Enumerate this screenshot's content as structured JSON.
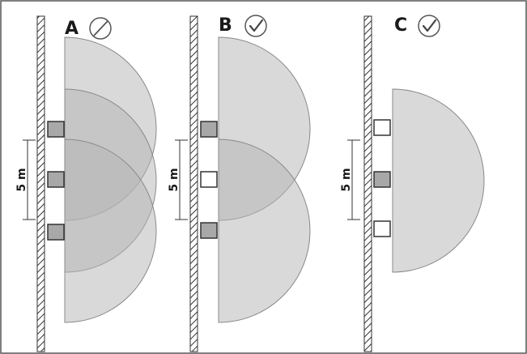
{
  "panels": [
    {
      "label": "A",
      "status_icon": "prohibited-icon",
      "distance_label": "5 m",
      "sensors": [
        {
          "state": "active"
        },
        {
          "state": "active"
        },
        {
          "state": "active"
        }
      ]
    },
    {
      "label": "B",
      "status_icon": "check-icon",
      "distance_label": "5 m",
      "sensors": [
        {
          "state": "active"
        },
        {
          "state": "inactive"
        },
        {
          "state": "active"
        }
      ]
    },
    {
      "label": "C",
      "status_icon": "check-icon",
      "distance_label": "5 m",
      "sensors": [
        {
          "state": "inactive"
        },
        {
          "state": "active"
        },
        {
          "state": "inactive"
        }
      ]
    }
  ],
  "colors": {
    "coverage_fill": "#b4b4b4",
    "coverage_opacity": 0.5,
    "sensor_active": "#a8a8a8",
    "sensor_inactive": "#ffffff",
    "outline": "#333333"
  }
}
